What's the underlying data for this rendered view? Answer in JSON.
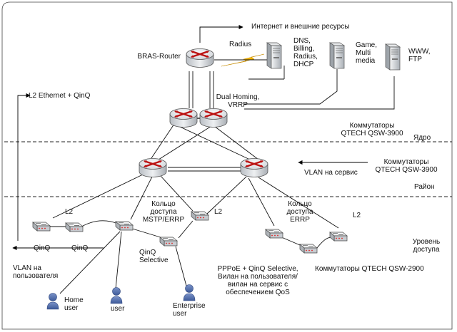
{
  "diagram": {
    "texts": {
      "internet": "Интернет и внешние ресурсы",
      "radius": "Radius",
      "bras_router": "BRAS-Router",
      "server_dns": "DNS,\nBilling,\nRadius,\nDHCP",
      "server_game": "Game,\nMulti\nmedia",
      "server_www": "WWW,\nFTP",
      "l2_ethernet_qinq": "L2 Ethernet + QinQ",
      "dual_homing": "Dual Homing,\nVRRP",
      "core_switches": "Коммутаторы\nQTECH QSW-3900",
      "core": "Ядро",
      "region_switches": "Коммутаторы\nQTECH QSW-3900",
      "vlan_service": "VLAN на сервис",
      "region": "Район",
      "l2_left": "L2",
      "ring_mstp": "Кольцо\nдоступа\nMSTP/ERRP",
      "l2_mid": "L2",
      "ring_errp": "Кольцо\nдоступа\nERRP",
      "l2_right": "L2",
      "access_level": "Уровень\nдоступа",
      "qinq_1": "QinQ",
      "qinq_2": "QinQ",
      "qinq_selective": "QinQ\nSelective",
      "vlan_user": "VLAN на\nпользователя",
      "pppoe_text": "PPPoE + QinQ Selective,\nВилан на пользователя/\nвилан на сервис с\nобеспечением QoS",
      "access_switches": "Коммутаторы QTECH QSW-2900",
      "home_user": "Home\nuser",
      "user": "user",
      "enterprise_user": "Enterprise\nuser"
    }
  }
}
